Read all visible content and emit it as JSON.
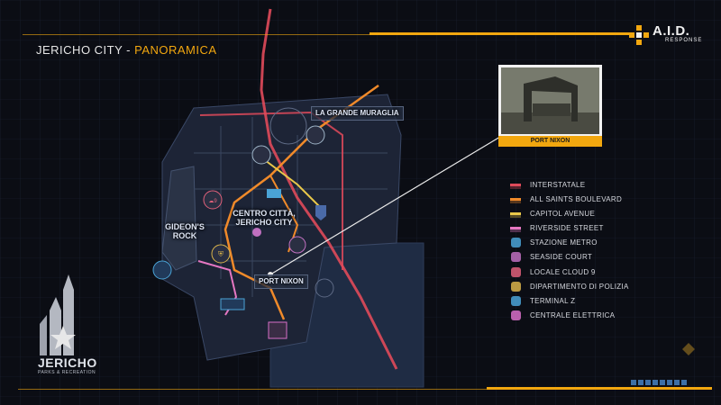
{
  "header": {
    "city": "JERICHO CITY",
    "separator": " - ",
    "section": "PANORAMICA"
  },
  "brand": {
    "name": "A.I.D.",
    "subtitle": "RESPONSE"
  },
  "map": {
    "labels": {
      "great_wall": "LA GRANDE MURAGLIA",
      "center_line1": "CENTRO CITTÀ,",
      "center_line2": "JERICHO CITY",
      "gideon_line1": "GIDEON'S",
      "gideon_line2": "ROCK",
      "port": "PORT NIXON"
    }
  },
  "preview": {
    "caption": "PORT NIXON"
  },
  "legend": [
    {
      "label": "INTERSTATALE",
      "icon": "interstate-line",
      "color": "#e04a5a"
    },
    {
      "label": "ALL SAINTS BOULEVARD",
      "icon": "boulevard-line",
      "color": "#f08a2a"
    },
    {
      "label": "CAPITOL AVENUE",
      "icon": "avenue-line",
      "color": "#e9c84a"
    },
    {
      "label": "RIVERSIDE STREET",
      "icon": "street-line",
      "color": "#e577c2"
    },
    {
      "label": "STAZIONE METRO",
      "icon": "metro-icon",
      "color": "#4aa3d6"
    },
    {
      "label": "SEASIDE COURT",
      "icon": "seaside-icon",
      "color": "#c070c0"
    },
    {
      "label": "LOCALE CLOUD 9",
      "icon": "cloud-icon",
      "color": "#e0607a"
    },
    {
      "label": "DIPARTIMENTO DI POLIZIA",
      "icon": "police-icon",
      "color": "#d9b34a"
    },
    {
      "label": "TERMINAL Z",
      "icon": "terminal-icon",
      "color": "#4aa3d6"
    },
    {
      "label": "CENTRALE ELETTRICA",
      "icon": "power-plant-icon",
      "color": "#d870c8"
    }
  ],
  "footer": {
    "logo_text": "JERICHO",
    "logo_sub": "PARKS & RECREATION"
  }
}
